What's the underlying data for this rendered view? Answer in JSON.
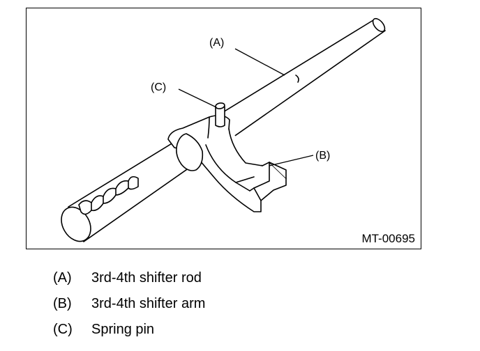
{
  "figure": {
    "id": "MT-00695",
    "callouts": {
      "a": "(A)",
      "b": "(B)",
      "c": "(C)"
    }
  },
  "legend": [
    {
      "key": "(A)",
      "text": "3rd-4th shifter rod"
    },
    {
      "key": "(B)",
      "text": "3rd-4th shifter arm"
    },
    {
      "key": "(C)",
      "text": "Spring pin"
    }
  ]
}
